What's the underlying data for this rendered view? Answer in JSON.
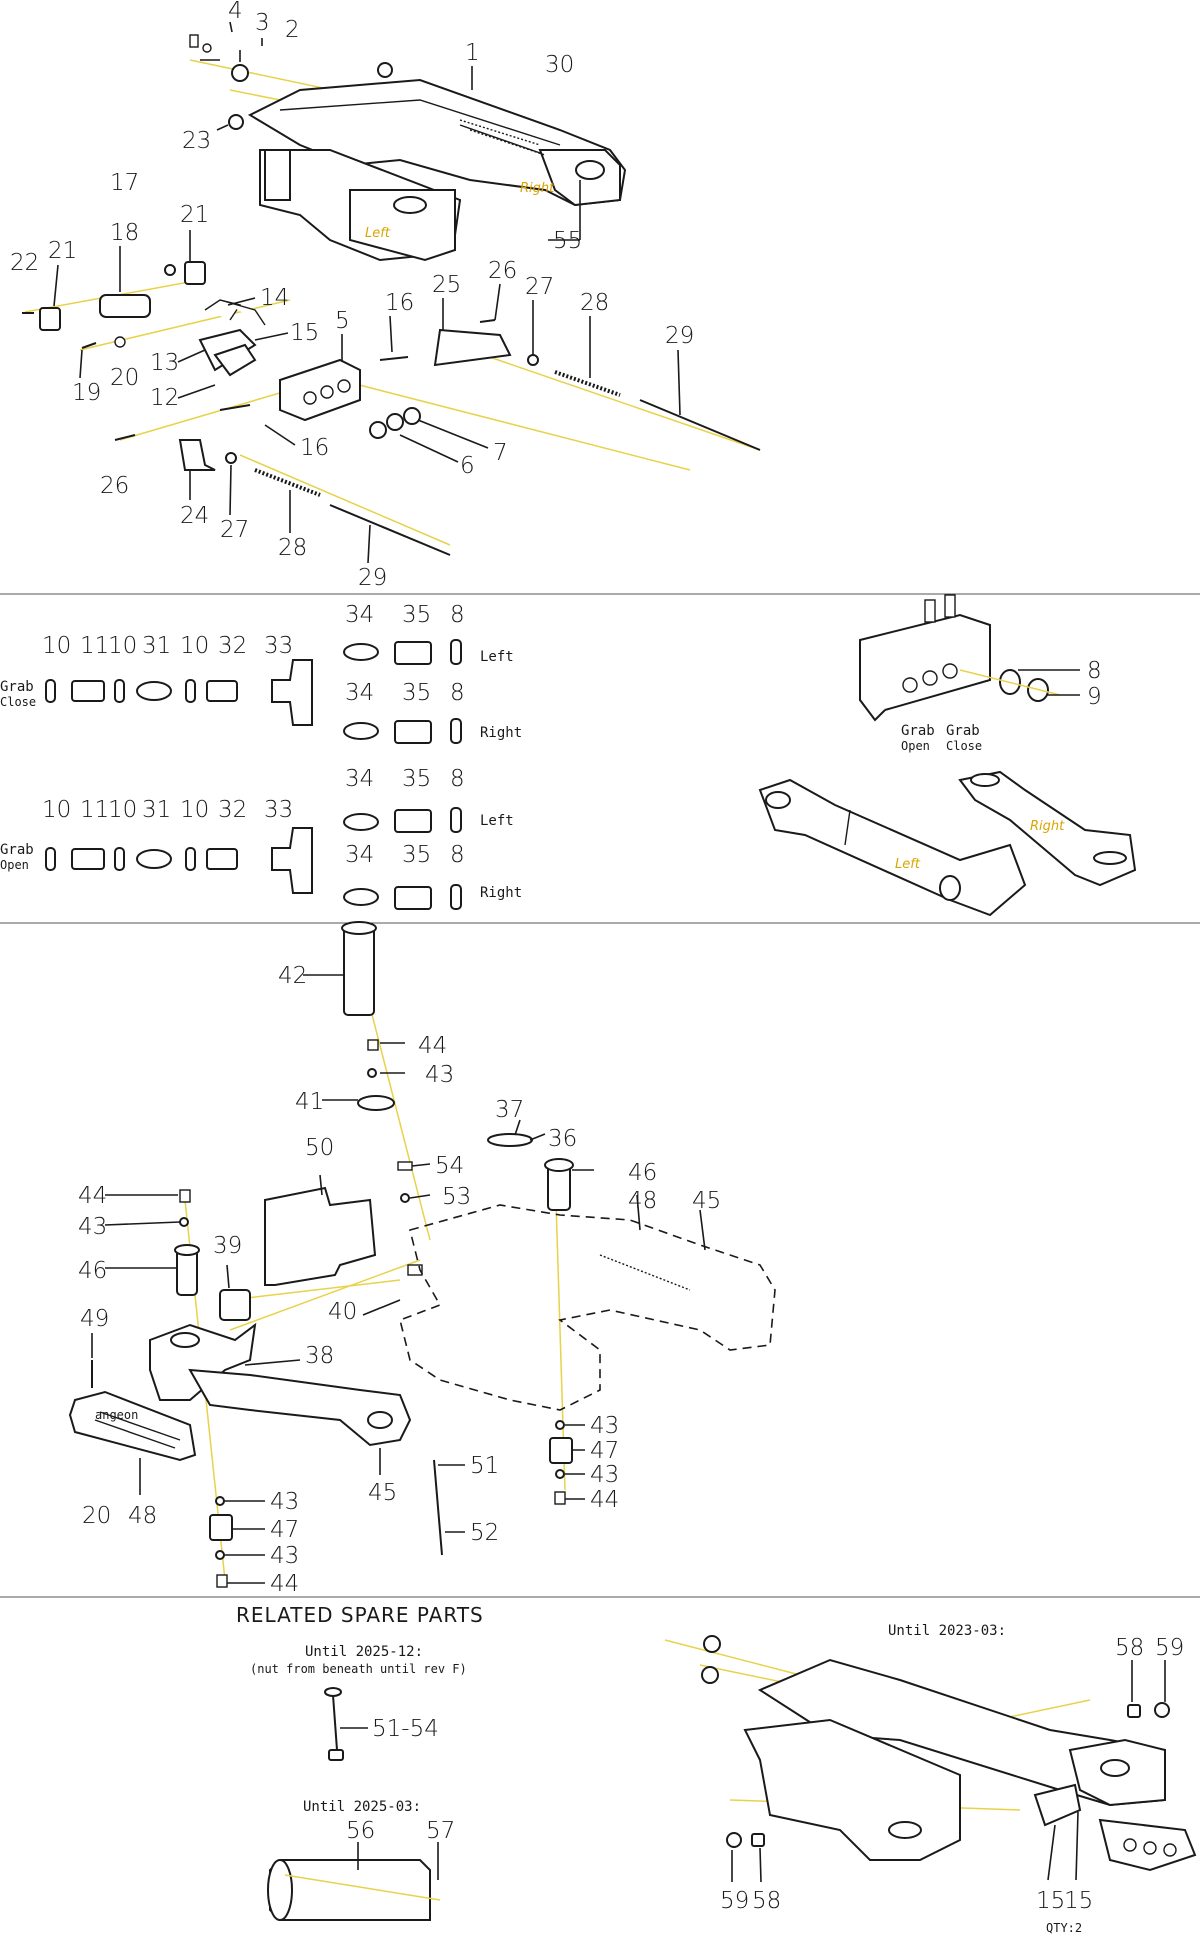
{
  "labels": {
    "left": "Left",
    "right": "Right",
    "grab": "Grab",
    "close": "Close",
    "open": "Open",
    "related_title": "RELATED SPARE PARTS",
    "until_2025_12": "Until 2025-12:",
    "nut_note": "(nut from beneath until rev F)",
    "until_2025_03": "Until 2025-03:",
    "until_2023_03": "Until 2023-03:",
    "qty": "QTY:2",
    "brand": "angeon"
  },
  "colors": {
    "axis": "#e8d24a",
    "accent_text": "#d8a500",
    "ink": "#1a1a1a"
  },
  "callouts": {
    "s1": [
      "1",
      "2",
      "3",
      "4",
      "17",
      "21",
      "22",
      "18",
      "14",
      "15",
      "13",
      "12",
      "19",
      "20",
      "5",
      "16",
      "7",
      "6",
      "26",
      "24",
      "27",
      "28",
      "29",
      "25",
      "23",
      "30",
      "55"
    ],
    "s2": [
      "10",
      "11",
      "31",
      "32",
      "33",
      "34",
      "35",
      "8",
      "9"
    ],
    "s3": [
      "42",
      "44",
      "43",
      "41",
      "37",
      "36",
      "46",
      "48",
      "45",
      "50",
      "54",
      "53",
      "39",
      "40",
      "49",
      "38",
      "20",
      "47",
      "51",
      "52"
    ],
    "s4": [
      "51-54",
      "56",
      "57",
      "58",
      "59",
      "15"
    ]
  }
}
